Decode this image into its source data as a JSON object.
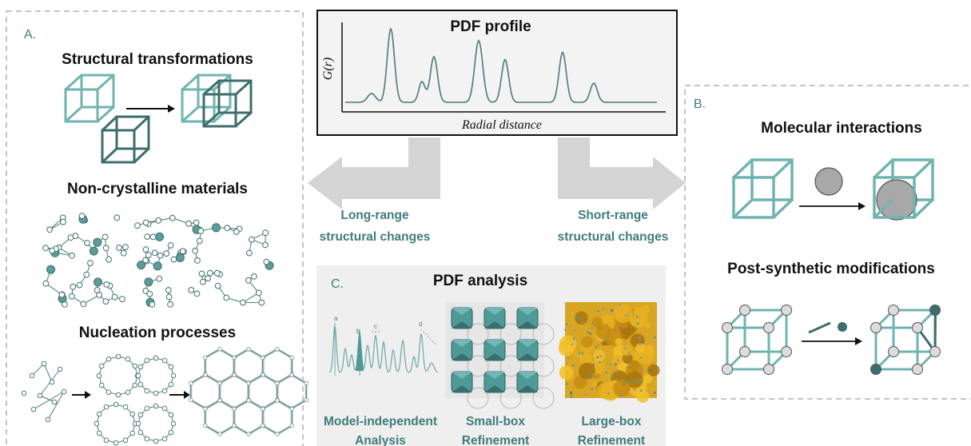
{
  "colors": {
    "teal_light": "#6fb4b1",
    "teal_dark": "#3e6e6c",
    "teal_fill": "#4e9a97",
    "arrow_gray": "#d4d4d4",
    "panel_gray": "#efefef",
    "gold": "#e0a81a"
  },
  "panel_a": {
    "label": "A.",
    "structural_transformations": "Structural transformations",
    "non_crystalline": "Non-crystalline materials",
    "nucleation": "Nucleation processes"
  },
  "pdf_profile": {
    "title": "PDF profile",
    "ylabel": "G(r)",
    "xlabel": "Radial distance"
  },
  "arrows": {
    "long_range_line1": "Long-range",
    "long_range_line2": "structural changes",
    "short_range_line1": "Short-range",
    "short_range_line2": "structural changes"
  },
  "panel_b": {
    "label": "B.",
    "molecular_interactions": "Molecular interactions",
    "post_synthetic": "Post-synthetic modifications"
  },
  "panel_c": {
    "label": "C.",
    "title": "PDF analysis",
    "peak_a": "a",
    "peak_b": "b",
    "peak_c": "c",
    "peak_d": "d",
    "model_independent_line1": "Model-independent",
    "model_independent_line2": "Analysis",
    "small_box_line1": "Small-box",
    "small_box_line2": "Refinement",
    "large_box_line1": "Large-box",
    "large_box_line2": "Refinement"
  }
}
